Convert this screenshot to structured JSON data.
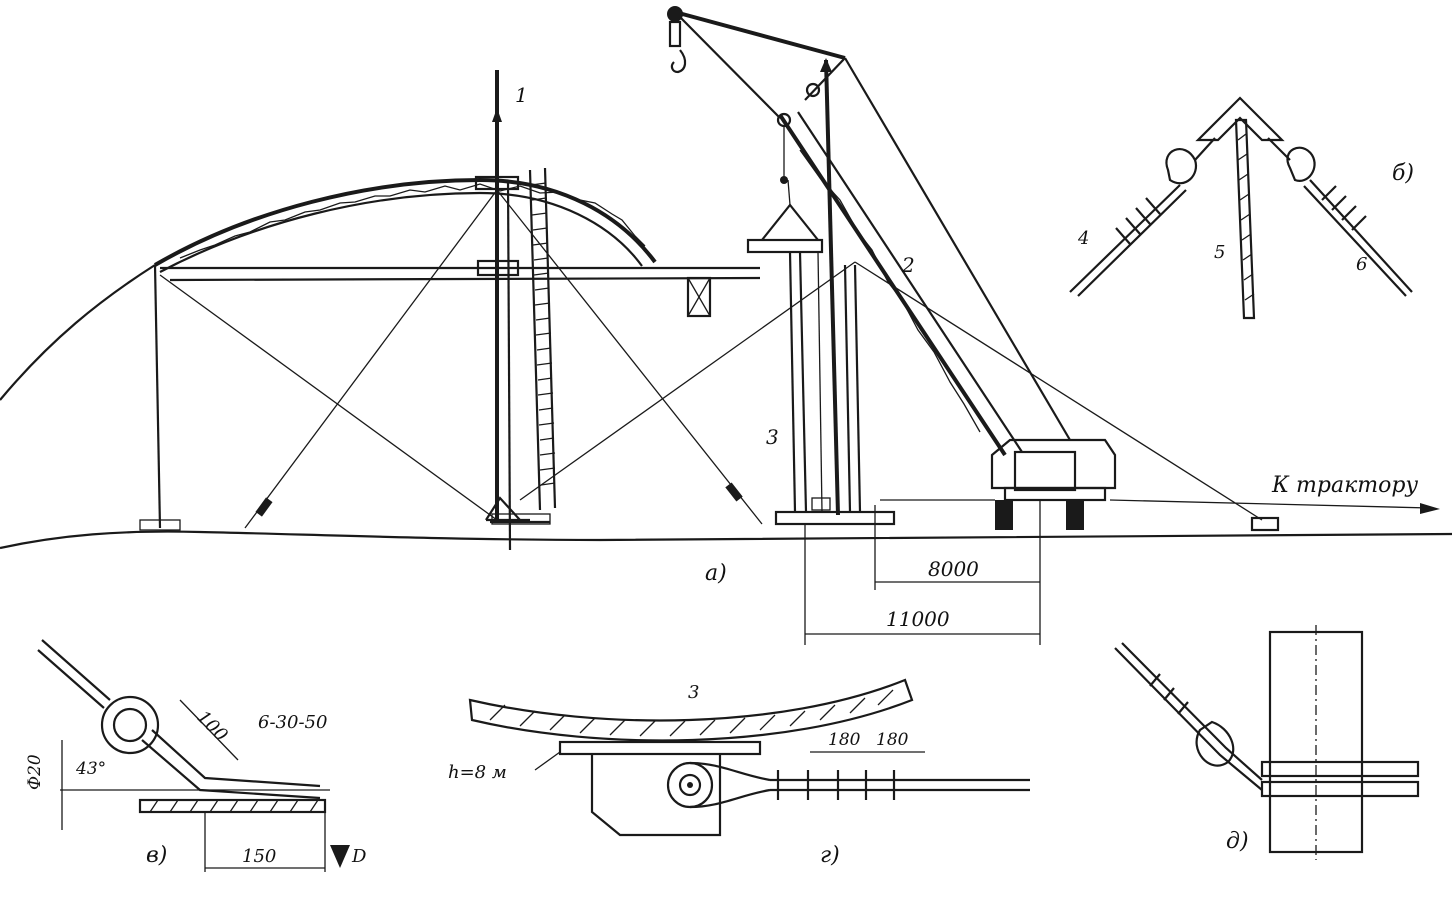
{
  "labels": {
    "sub_a": "а)",
    "sub_b": "б)",
    "sub_v": "в)",
    "sub_g": "г)",
    "sub_d": "д)",
    "n1": "1",
    "n2": "2",
    "n3": "3",
    "n4": "4",
    "n5": "5",
    "n6": "6",
    "n3g": "3",
    "to_tractor": "К трактору",
    "dim_8000": "8000",
    "dim_11000": "11000",
    "dim_100": "100",
    "weld": "6-30-50",
    "phi20": "Ф20",
    "angle": "43°",
    "dim_150": "150",
    "d_mark": "D",
    "h_label": "h=8 м",
    "dim_180a": "180",
    "dim_180b": "180"
  }
}
